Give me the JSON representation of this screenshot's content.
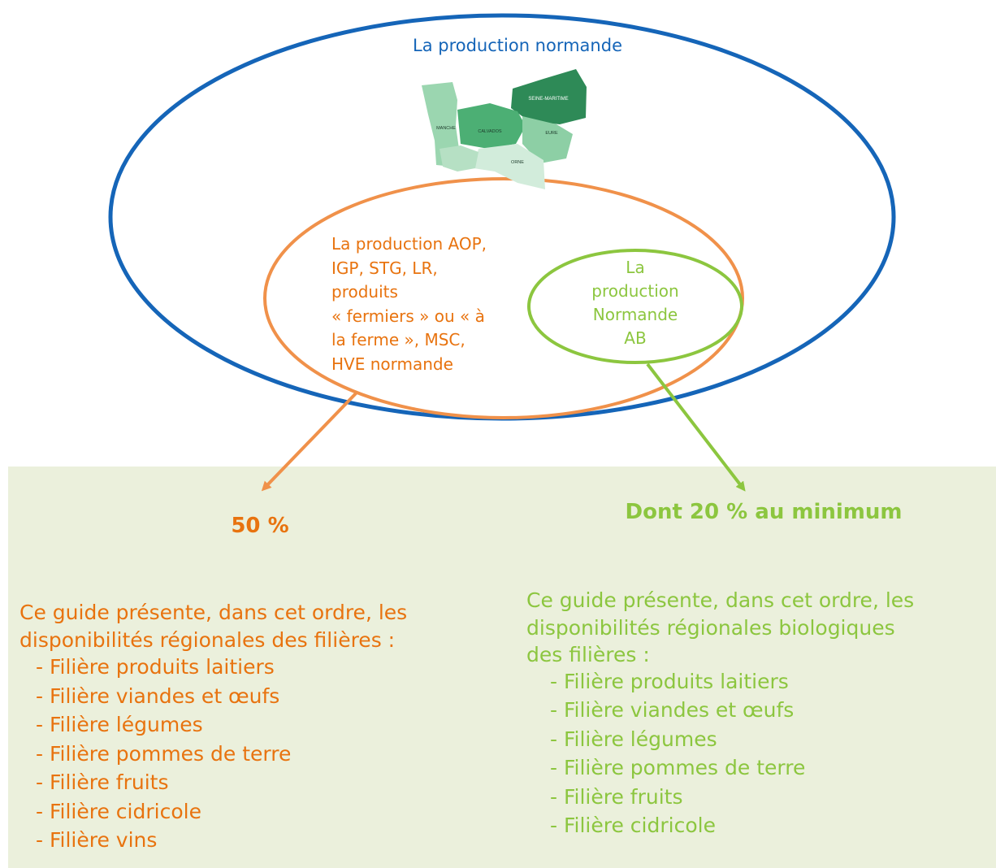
{
  "outer_circle": {
    "label": "La production normande",
    "color": "#1565b8"
  },
  "map": {
    "departments": [
      "SEINE-MARITIME",
      "MANCHE",
      "CALVADOS",
      "EURE",
      "ORNE"
    ]
  },
  "orange_circle": {
    "label_lines": [
      "La production AOP,",
      "IGP, STG, LR,",
      "produits",
      "« fermiers » ou « à",
      "la ferme », MSC,",
      "HVE normande"
    ],
    "color": "#f0914a"
  },
  "green_circle": {
    "label_lines": [
      "La",
      "production",
      "Normande",
      "AB"
    ],
    "color": "#8cc63f"
  },
  "left": {
    "percent": "50 %",
    "intro_lines": [
      "Ce guide présente, dans cet ordre, les",
      "disponibilités régionales des filières :"
    ],
    "items": [
      "Filière produits laitiers",
      "Filière viandes et œufs",
      "Filière légumes",
      "Filière pommes de terre",
      "Filière fruits",
      "Filière cidricole",
      "Filière vins"
    ],
    "color": "#e8730f"
  },
  "right": {
    "percent": "Dont 20 % au minimum",
    "intro_lines": [
      "Ce guide présente, dans cet ordre, les",
      "disponibilités régionales biologiques",
      "des filières :"
    ],
    "items": [
      "Filière produits laitiers",
      "Filière viandes et œufs",
      "Filière légumes",
      "Filière pommes de terre",
      "Filière fruits",
      "Filière cidricole"
    ],
    "color": "#8cc63f"
  },
  "panel_color": "#ebf0dc"
}
